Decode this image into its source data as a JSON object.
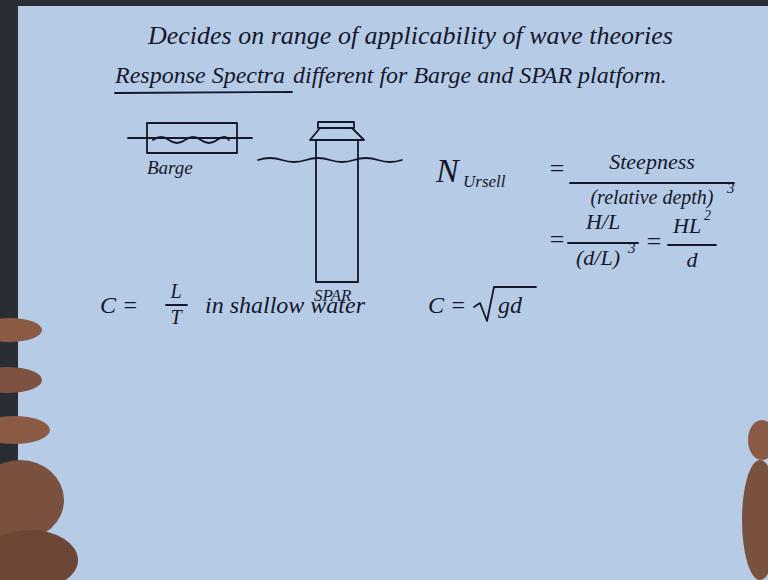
{
  "diagram": {
    "labels": [
      "Decides on range of applicability of wave theories",
      "Response Spectra",
      "different for Barge and SPAR platform.",
      "Barge",
      "SPAR",
      "N",
      "Ursell",
      "=",
      "Steepness",
      "(relative depth)",
      "3",
      "=",
      "H/L",
      "(d/L)",
      "3",
      "=",
      "HL",
      "2",
      "d",
      "C =",
      "L",
      "T",
      "in shallow water",
      "C =",
      "gd"
    ]
  }
}
